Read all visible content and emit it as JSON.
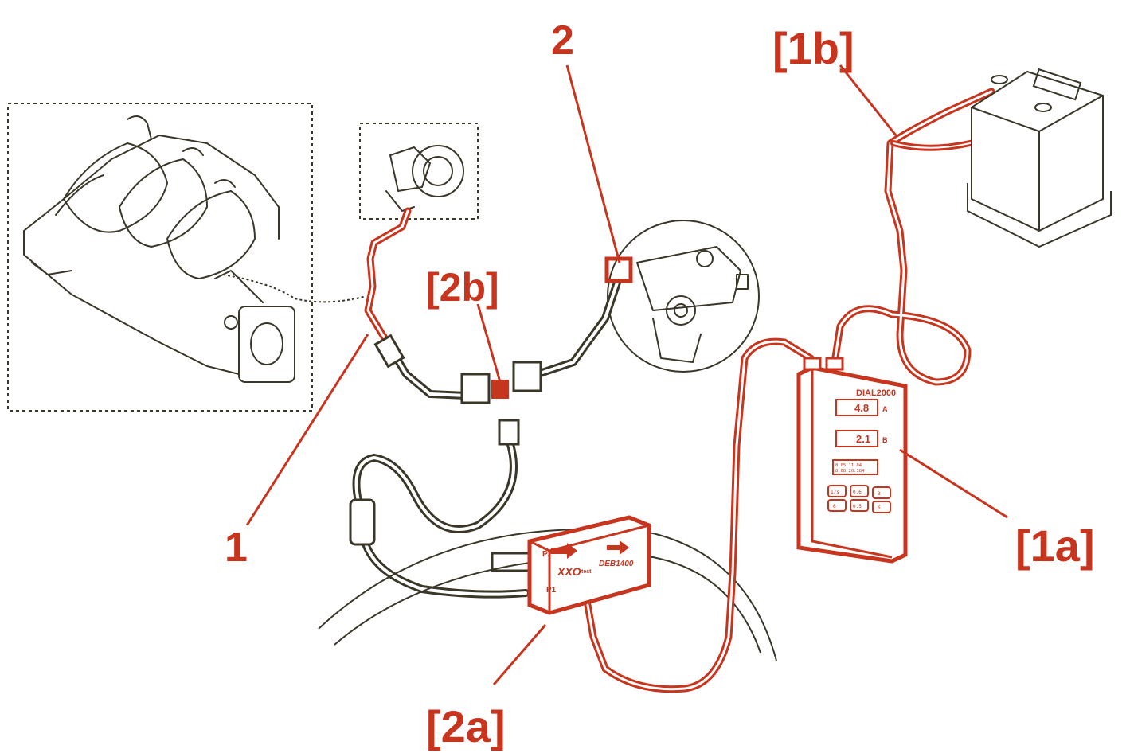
{
  "labels": {
    "l1": "1",
    "l2": "2",
    "l1a": "[1a]",
    "l1b": "[1b]",
    "l2a": "[2a]",
    "l2b": "[2b]"
  },
  "meter": {
    "brand": "DIAL2000",
    "display_a": "4.8",
    "channel_a": "A",
    "display_b": "2.1",
    "channel_b": "B",
    "small_display_1": "8.05  11.04",
    "small_display_2": "8.08  20.384",
    "keys": [
      "1/s",
      "0.6",
      "3",
      "6",
      "0.5",
      "6"
    ]
  },
  "sensor": {
    "brand": "XXO",
    "brand_suffix": "test",
    "model": "DEB1400",
    "port_p2": "P2",
    "port_p1": "P1"
  },
  "colors": {
    "accent": "#c8351e",
    "ink": "#3a3628",
    "hose": "#5a5538"
  }
}
